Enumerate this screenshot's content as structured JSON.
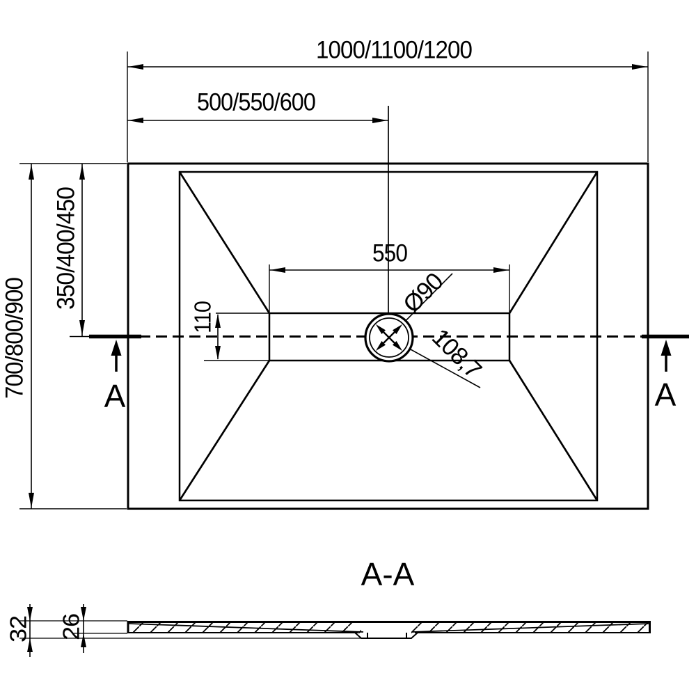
{
  "colors": {
    "ink": "#000000",
    "background": "#ffffff"
  },
  "plan": {
    "dim_overall_width": "1000/1100/1200",
    "dim_center_width": "500/550/600",
    "dim_overall_depth": "700/800/900",
    "dim_center_depth": "350/400/450",
    "dim_channel_width": "550",
    "dim_channel_depth": "110",
    "dim_drain_diameter": "Ø90",
    "dim_drain_diagonal": "108,7",
    "section_marker_left": "A",
    "section_marker_right": "A"
  },
  "section": {
    "title": "A-A",
    "dim_total_height": "32",
    "dim_tray_height": "26"
  }
}
